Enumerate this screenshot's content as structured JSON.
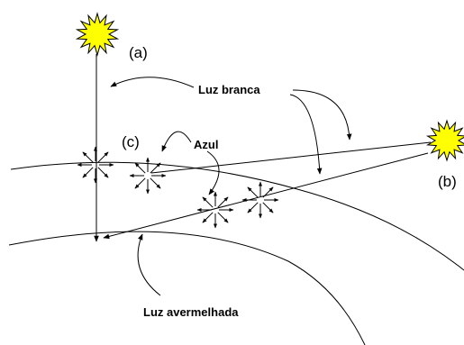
{
  "labels": {
    "sun_a": "(a)",
    "sun_b": "(b)",
    "point_c": "(c)",
    "white_light": "Luz branca",
    "blue": "Azul",
    "reddish_light": "Luz avermelhada"
  },
  "colors": {
    "sun_fill": "#FFFF00",
    "line": "#000000",
    "background": "#FFFFFF"
  },
  "icons": {
    "sun_a": "sun-icon",
    "sun_b": "sun-icon",
    "scatter": "scattering-arrows-icon"
  }
}
